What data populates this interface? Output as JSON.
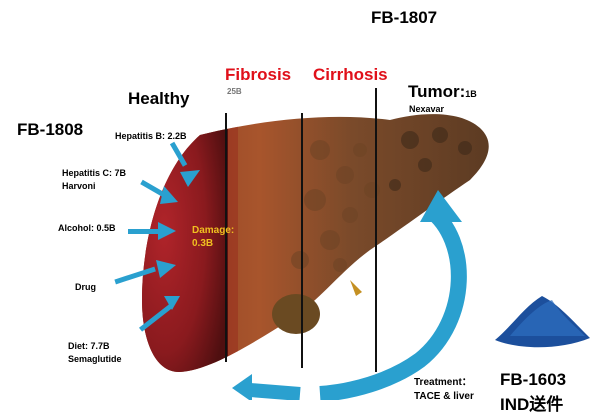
{
  "codes": {
    "top": "FB-1807",
    "left": "FB-1808",
    "bottom_right": "FB-1603",
    "bottom_right_sub": "IND送件"
  },
  "stages": {
    "healthy": "Healthy",
    "fibrosis": "Fibrosis",
    "fibrosis_sub": "25B",
    "cirrhosis": "Cirrhosis",
    "tumor": "Tumor:",
    "tumor_value": "1B",
    "tumor_drug": "Nexavar"
  },
  "causes": {
    "hepatitis_b": "Hepatitis B: 2.2B",
    "hepatitis_c": "Hepatitis C: 7B",
    "hepatitis_c_drug": "Harvoni",
    "alcohol": "Alcohol: 0.5B",
    "drug": "Drug",
    "diet": "Diet: 7.7B",
    "diet_drug": "Semaglutide"
  },
  "damage": {
    "label": "Damage:",
    "value": "0.3B"
  },
  "treatment": {
    "label": "Treatment：",
    "sub": "TACE & liver"
  },
  "colors": {
    "red": "#e0101a",
    "arrow_blue": "#2aa0cf",
    "damage_yellow": "#f0c020",
    "powder_blue": "#1c4f9c"
  }
}
